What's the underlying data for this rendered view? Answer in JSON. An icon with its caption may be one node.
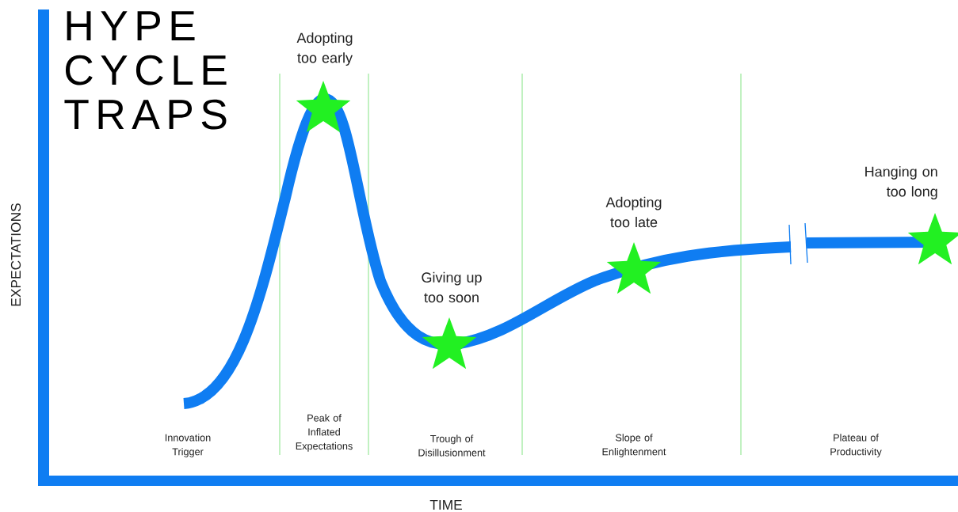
{
  "diagram": {
    "title": "HYPE CYCLE TRAPS",
    "labels": [
      "Adopting too early",
      "Hanging on too long",
      "Adopting too late",
      "Giving up too soon",
      "EXPECTATIONS",
      "Peak of Inflated Expectations",
      "Innovation Trigger",
      "Trough of Disillusionment",
      "Slope of Enlightenment",
      "Plateau of Productivity",
      "TIME"
    ]
  }
}
